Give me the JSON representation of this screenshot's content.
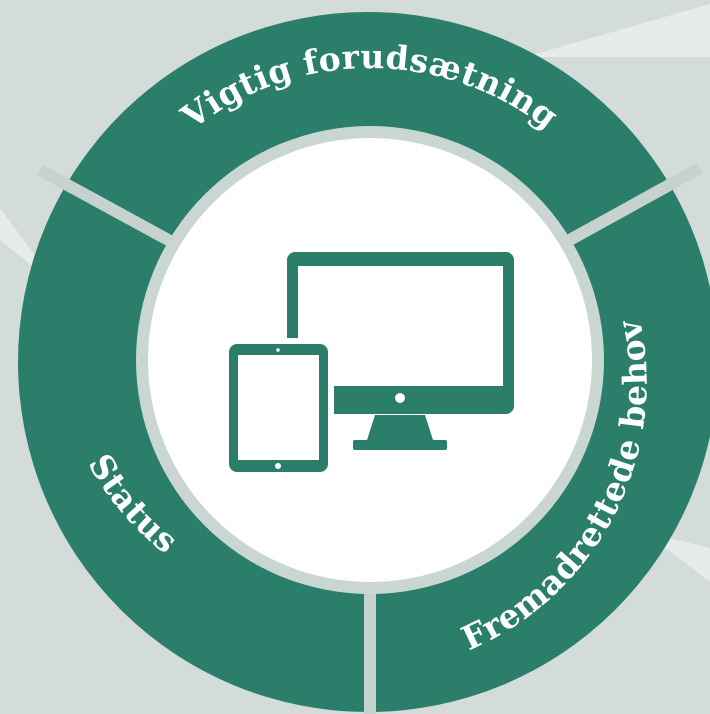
{
  "segments": [
    {
      "label": "Vigtig forudsætning"
    },
    {
      "label": "Fremadrettede behov"
    },
    {
      "label": "Status"
    }
  ],
  "center_icon": "devices-icon",
  "colors": {
    "background": "#d3dcd8",
    "ring": "#2b7e6a",
    "gap": "#c5d2cd",
    "inner_border": "#c9d6d1",
    "center_fill": "#ffffff",
    "pointer": "#e6ecea",
    "icon": "#2b7e6a"
  }
}
